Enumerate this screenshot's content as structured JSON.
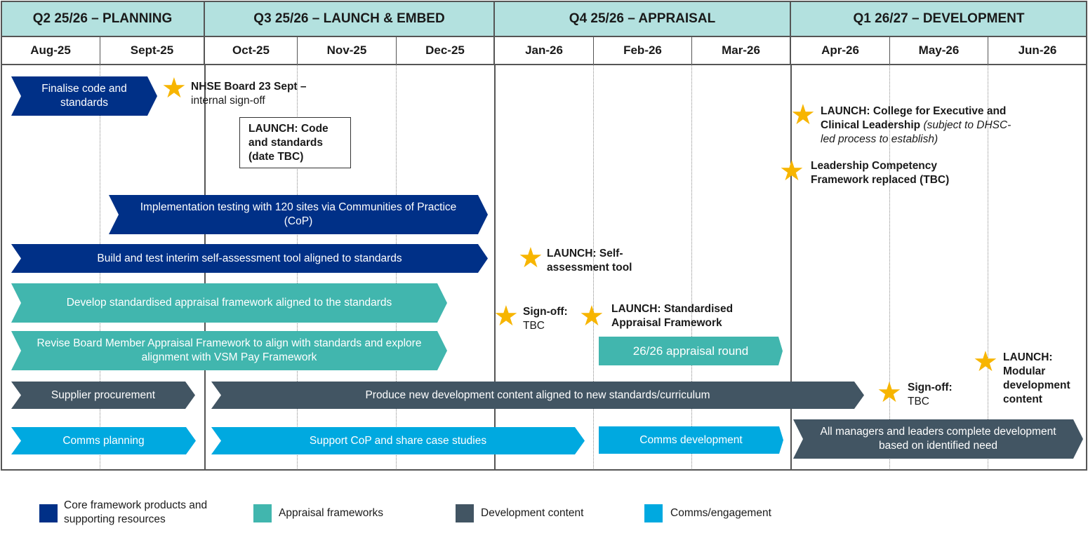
{
  "colors": {
    "core": "#003087",
    "appraisal": "#41b6ae",
    "development": "#425563",
    "comms": "#00a9e0",
    "header": "#b3e1df",
    "star": "#f7b500"
  },
  "quarters": [
    "Q2 25/26 – PLANNING",
    "Q3 25/26 – LAUNCH & EMBED",
    "Q4 25/26 – APPRAISAL",
    "Q1 26/27 – DEVELOPMENT"
  ],
  "months": [
    "Aug-25",
    "Sept-25",
    "Oct-25",
    "Nov-25",
    "Dec-25",
    "Jan-26",
    "Feb-26",
    "Mar-26",
    "Apr-26",
    "May-26",
    "Jun-26"
  ],
  "bars": {
    "finalise_code": "Finalise code and standards",
    "implementation_testing": "Implementation testing with 120 sites via Communities of Practice (CoP)",
    "build_tool": "Build and test interim self-assessment tool aligned to standards",
    "develop_appraisal": "Develop standardised appraisal framework aligned to the standards",
    "revise_board": "Revise Board Member Appraisal Framework to align with standards and explore alignment with VSM Pay Framework",
    "appraisal_round": "26/26 appraisal round",
    "supplier_procurement": "Supplier procurement",
    "produce_content": "Produce new development content aligned to new standards/curriculum",
    "comms_planning": "Comms planning",
    "support_cop": "Support CoP and share case studies",
    "comms_development": "Comms development",
    "all_managers": "All managers and leaders complete development based on identified need"
  },
  "milestones": {
    "nhse_board_bold": "NHSE Board 23 Sept –",
    "nhse_board_text": "internal sign-off",
    "launch_code": "LAUNCH: Code and standards (date TBC)",
    "launch_college_bold": "LAUNCH: College for Executive and Clinical Leadership",
    "launch_college_italic": "(subject to DHSC-led process to establish)",
    "leadership_framework": "Leadership Competency Framework replaced (TBC)",
    "launch_self_assessment": "LAUNCH: Self-assessment tool",
    "signoff_jan_bold": "Sign-off:",
    "signoff_jan_text": "TBC",
    "launch_appraisal": "LAUNCH: Standardised Appraisal Framework",
    "signoff_may_bold": "Sign-off:",
    "signoff_may_text": "TBC",
    "launch_modular": "LAUNCH: Modular development content"
  },
  "legend": {
    "core": "Core framework products and supporting resources",
    "appraisal": "Appraisal frameworks",
    "development": "Development content",
    "comms": "Comms/engagement"
  }
}
